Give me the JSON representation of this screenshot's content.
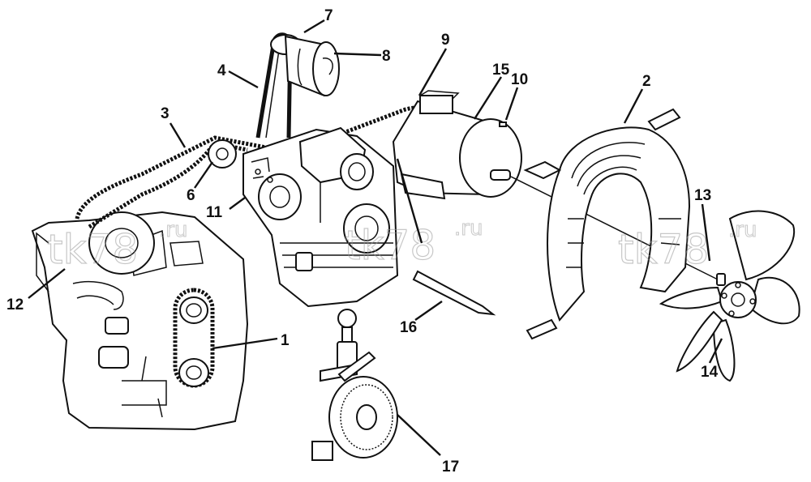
{
  "watermarks": [
    {
      "main": "tk78",
      "suffix": ".ru"
    },
    {
      "main": "tk78",
      "suffix": ".ru"
    },
    {
      "main": "tk78",
      "suffix": ".ru"
    }
  ],
  "callouts": [
    {
      "id": "c1",
      "label": "1"
    },
    {
      "id": "c2",
      "label": "2"
    },
    {
      "id": "c3",
      "label": "3"
    },
    {
      "id": "c4",
      "label": "4"
    },
    {
      "id": "c6",
      "label": "6"
    },
    {
      "id": "c7",
      "label": "7"
    },
    {
      "id": "c8",
      "label": "8"
    },
    {
      "id": "c9",
      "label": "9"
    },
    {
      "id": "c10",
      "label": "10"
    },
    {
      "id": "c11",
      "label": "11"
    },
    {
      "id": "c12",
      "label": "12"
    },
    {
      "id": "c13",
      "label": "13"
    },
    {
      "id": "c14",
      "label": "14"
    },
    {
      "id": "c15",
      "label": "15"
    },
    {
      "id": "c16",
      "label": "16"
    },
    {
      "id": "c17",
      "label": "17"
    }
  ],
  "icons": {
    "engine": "engine-block-drawing",
    "compressor": "compressor-drawing",
    "motor": "electric-motor-drawing",
    "condenser": "condenser-coil-drawing",
    "fan": "fan-blade-drawing",
    "gauge": "belt-tension-gauge-drawing",
    "idler": "idler-pulley-drawing",
    "alternator": "alternator-drawing",
    "pin": "shaft-pin-drawing"
  },
  "colors": {
    "ink": "#111111",
    "paper": "#ffffff",
    "watermark": "#9a9a9a"
  }
}
